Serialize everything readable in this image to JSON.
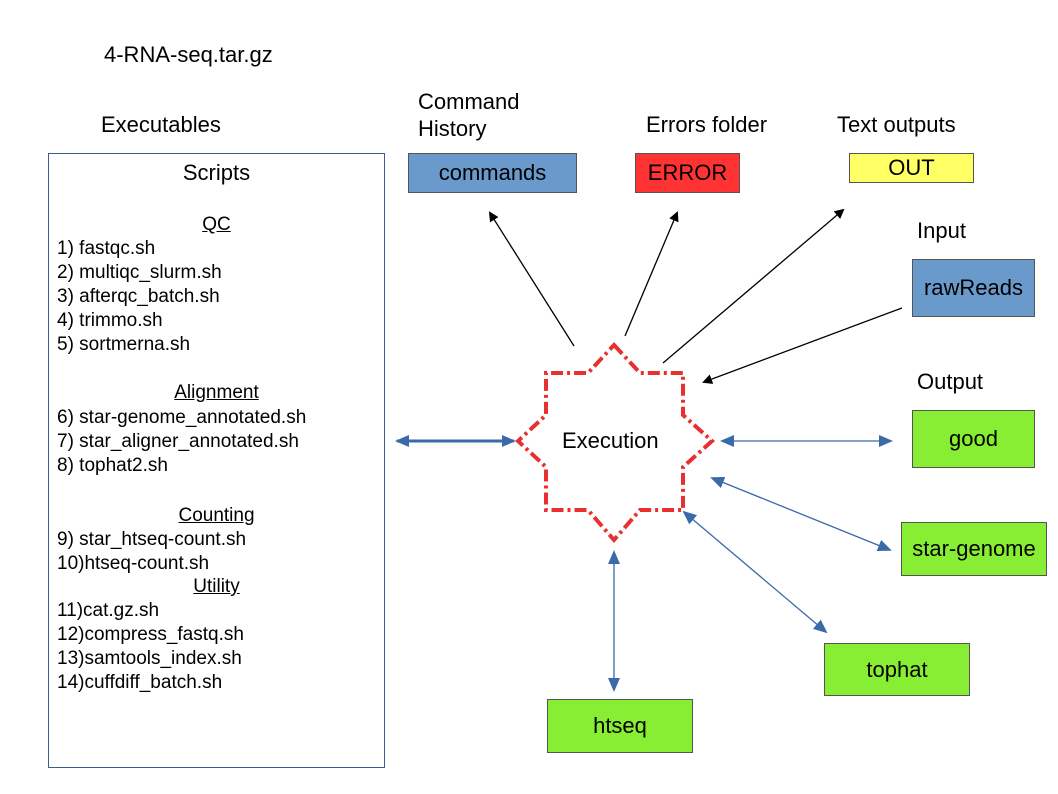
{
  "archive_title": "4-RNA-seq.tar.gz",
  "labels": {
    "executables": "Executables",
    "command_history": [
      "Command",
      "History"
    ],
    "errors_folder": "Errors folder",
    "text_outputs": "Text outputs",
    "input": "Input",
    "output": "Output"
  },
  "scripts": {
    "title": "Scripts",
    "sections": [
      {
        "name": "QC",
        "items": [
          "1) fastqc.sh",
          "2) multiqc_slurm.sh",
          "3) afterqc_batch.sh",
          "4) trimmo.sh",
          "5) sortmerna.sh"
        ]
      },
      {
        "name": "Alignment",
        "items": [
          "6) star-genome_annotated.sh",
          "7) star_aligner_annotated.sh",
          "8) tophat2.sh"
        ]
      },
      {
        "name": "Counting",
        "items": [
          "9) star_htseq-count.sh",
          "10)htseq-count.sh"
        ]
      },
      {
        "name": "Utility",
        "items": [
          "11)cat.gz.sh",
          "12)compress_fastq.sh",
          "13)samtools_index.sh",
          "14)cuffdiff_batch.sh"
        ]
      }
    ]
  },
  "center": {
    "label": "Execution"
  },
  "folders": {
    "commands": "commands",
    "error": "ERROR",
    "out": "OUT",
    "rawreads": "rawReads",
    "good": "good",
    "star_genome": "star-genome",
    "tophat": "tophat",
    "htseq": "htseq"
  },
  "colors": {
    "blue_folder": "#6a9acb",
    "red_folder": "#ff3333",
    "yellow_folder": "#ffff66",
    "green_folder": "#88ee33",
    "execution_border": "#e83030",
    "arrow_blue": "#3a6aa8"
  }
}
